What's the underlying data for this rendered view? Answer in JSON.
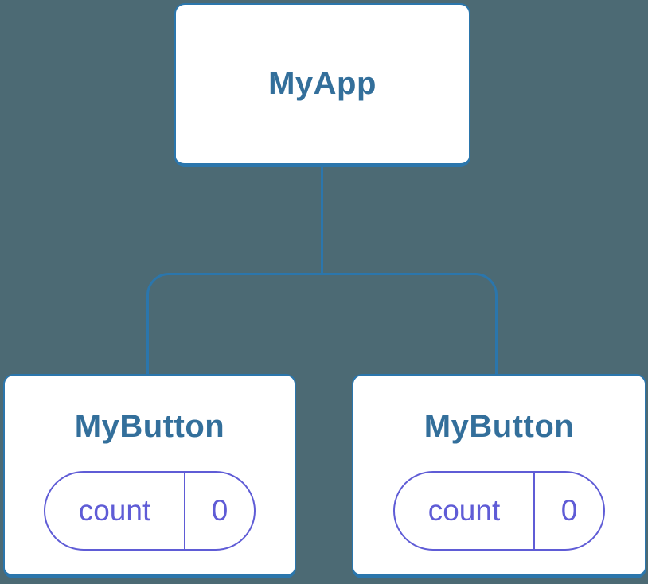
{
  "diagram": {
    "root": {
      "title": "MyApp"
    },
    "buttons": [
      {
        "title": "MyButton",
        "state": {
          "label": "count",
          "value": "0"
        }
      },
      {
        "title": "MyButton",
        "state": {
          "label": "count",
          "value": "0"
        }
      }
    ],
    "colors": {
      "background": "#4C6A74",
      "node_border": "#2B76AC",
      "node_title": "#336F9B",
      "state_accent": "#5F5CD6",
      "node_background": "#FFFFFF"
    }
  }
}
